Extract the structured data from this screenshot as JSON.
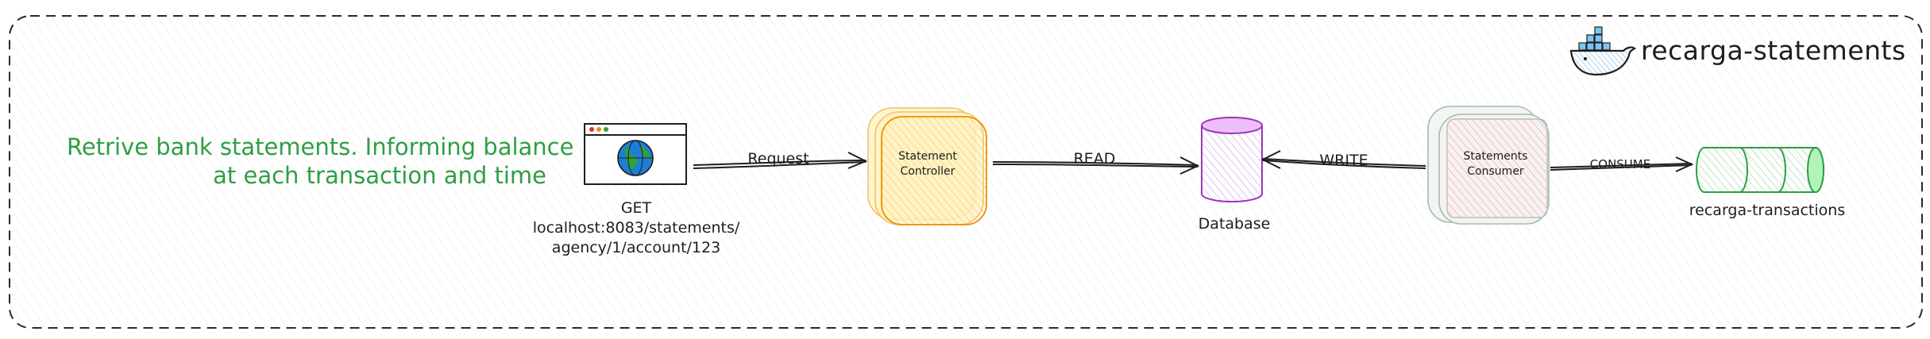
{
  "diagram": {
    "title": "recarga-statements",
    "description": [
      "Retrive bank statements. Informing balance",
      "at each transaction and time"
    ],
    "client": {
      "method": "GET",
      "url_lines": [
        "localhost:8083/statements/",
        "agency/1/account/123"
      ]
    },
    "nodes": {
      "controller": [
        "Statement",
        "Controller"
      ],
      "database": "Database",
      "consumer": [
        "Statements",
        "Consumer"
      ],
      "queue": "recarga-transactions"
    },
    "edges": {
      "request": "Request",
      "read": "READ",
      "write": "WRITE",
      "consume": "CONSUME"
    },
    "colors": {
      "controller_stroke": "#f08c00",
      "controller_fill": "#ffec99",
      "database_stroke": "#9c36b5",
      "database_fill": "#eebefa",
      "consumer_stroke": "#7fa88e",
      "consumer_fill": "#ffc9c9",
      "queue_stroke": "#2f9e44",
      "queue_fill": "#b2f2bb",
      "description_text": "#2f9e44",
      "docker_blue": "#1c7ed6"
    }
  }
}
